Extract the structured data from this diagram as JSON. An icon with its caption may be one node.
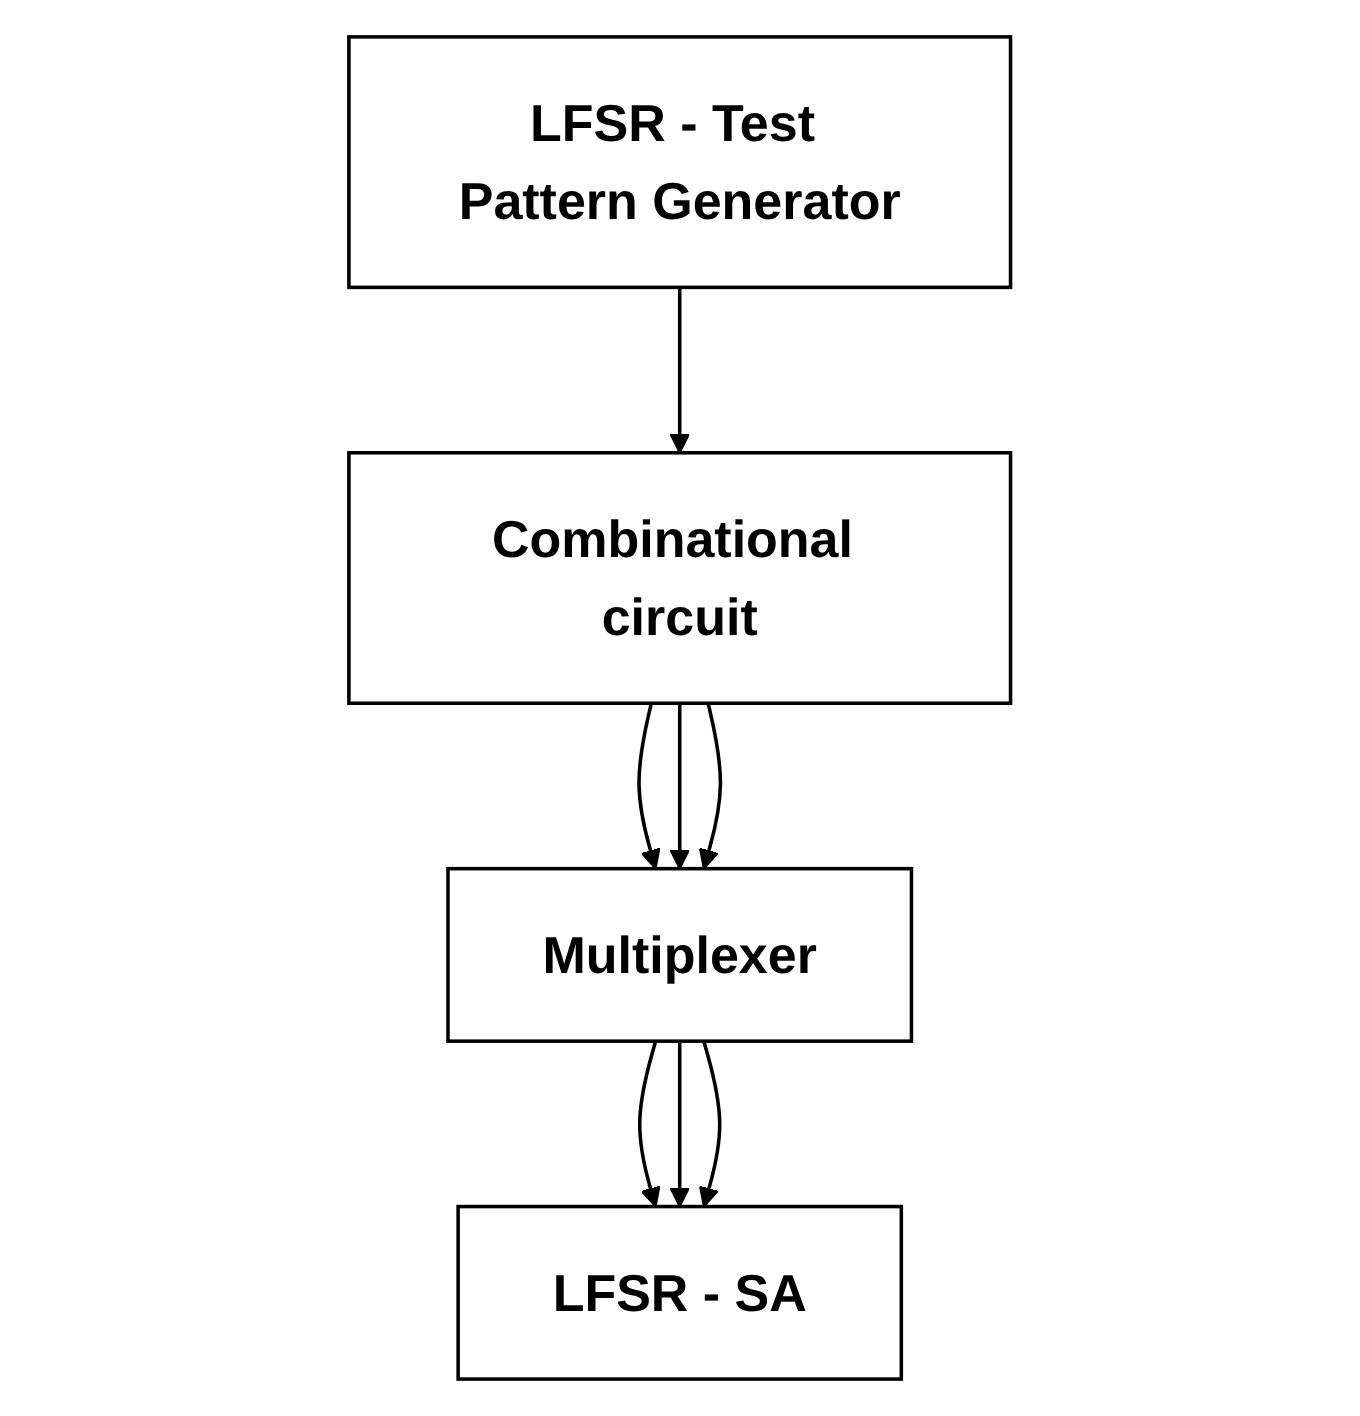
{
  "diagram": {
    "nodes": [
      {
        "text": [
          "LFSR - Test Pattern Generator"
        ]
      },
      {
        "text": [
          "Combinational circuit"
        ]
      },
      {
        "text": [
          "Multiplexer"
        ]
      },
      {
        "text": [
          "LFSR - SA"
        ]
      }
    ],
    "edges": [
      {
        "from": 0,
        "to": 1,
        "arrow": "to"
      },
      {
        "from": 1,
        "to": 2,
        "arrow": "to"
      },
      {
        "from": 1,
        "to": 2,
        "arrow": "to"
      },
      {
        "from": 1,
        "to": 2,
        "arrow": "to"
      },
      {
        "from": 2,
        "to": 3,
        "arrow": "to"
      },
      {
        "from": 2,
        "to": 3,
        "arrow": "to"
      },
      {
        "from": 2,
        "to": 3,
        "arrow": "to"
      }
    ]
  }
}
